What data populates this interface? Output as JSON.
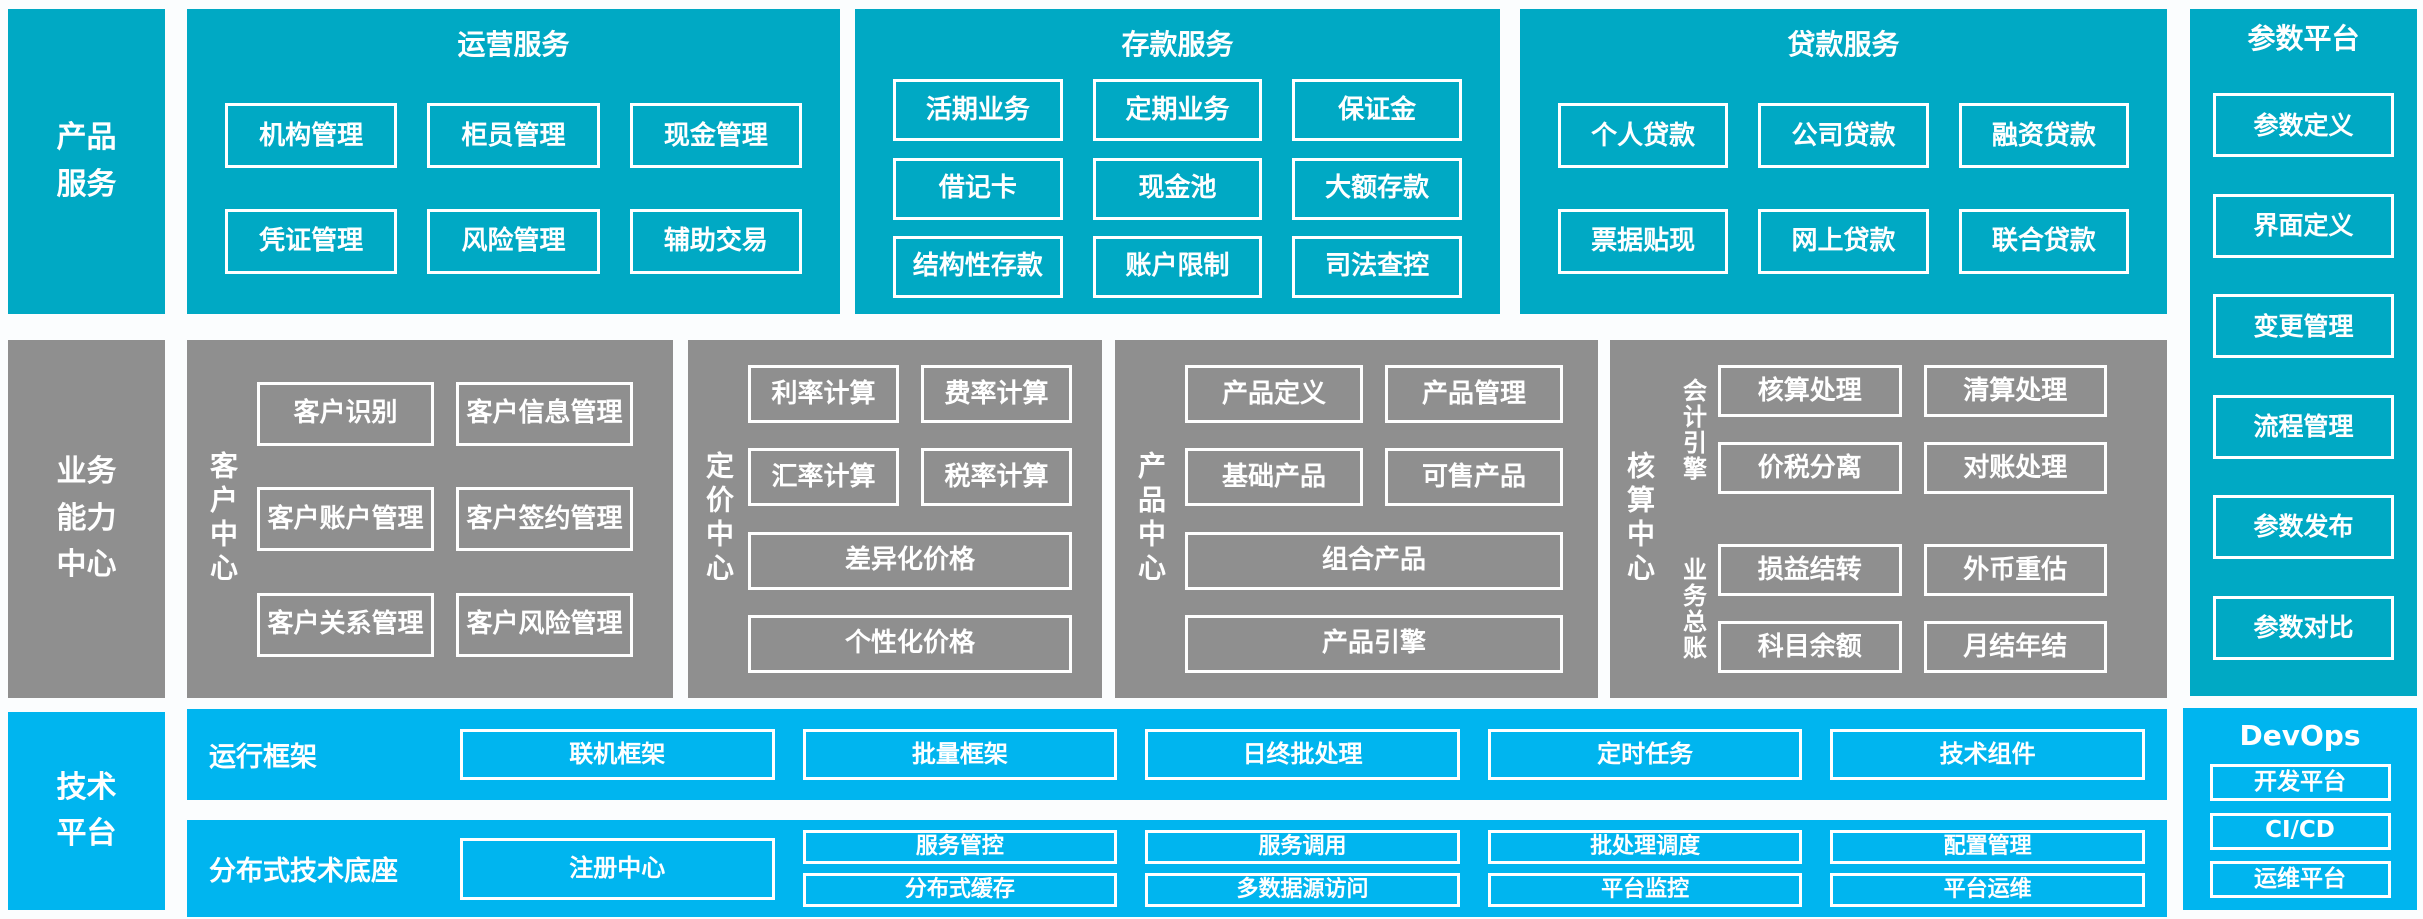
{
  "palette": {
    "teal": "#00a9c4",
    "gray": "#8f8f8f",
    "blue": "#00b5ef",
    "bg": "#fbfdfe",
    "fg": "#ffffff"
  },
  "top": {
    "sidebar": "产品\n服务",
    "sections": [
      {
        "title": "运营服务",
        "items": [
          "机构管理",
          "柜员管理",
          "现金管理",
          "凭证管理",
          "风险管理",
          "辅助交易"
        ]
      },
      {
        "title": "存款服务",
        "items": [
          "活期业务",
          "定期业务",
          "保证金",
          "借记卡",
          "现金池",
          "大额存款",
          "结构性存款",
          "账户限制",
          "司法查控"
        ]
      },
      {
        "title": "贷款服务",
        "items": [
          "个人贷款",
          "公司贷款",
          "融资贷款",
          "票据贴现",
          "网上贷款",
          "联合贷款"
        ]
      }
    ],
    "params": {
      "title": "参数平台",
      "items": [
        "参数定义",
        "界面定义",
        "变更管理",
        "流程管理",
        "参数发布",
        "参数对比"
      ]
    }
  },
  "middle": {
    "sidebar": "业务\n能力\n中心",
    "customer": {
      "label": "客户中心",
      "items": [
        "客户识别",
        "客户信息管理",
        "客户账户管理",
        "客户签约管理",
        "客户关系管理",
        "客户风险管理"
      ]
    },
    "pricing": {
      "label": "定价中心",
      "items": [
        "利率计算",
        "费率计算",
        "汇率计算",
        "税率计算"
      ],
      "wide": [
        "差异化价格",
        "个性化价格"
      ]
    },
    "product": {
      "label": "产品中心",
      "items": [
        "产品定义",
        "产品管理",
        "基础产品",
        "可售产品"
      ],
      "wide": [
        "组合产品",
        "产品引擎"
      ]
    },
    "accounting": {
      "label": "核算中心",
      "groups": [
        {
          "label": "会计引擎",
          "items": [
            "核算处理",
            "清算处理",
            "价税分离",
            "对账处理"
          ]
        },
        {
          "label": "业务总账",
          "items": [
            "损益结转",
            "外币重估",
            "科目余额",
            "月结年结"
          ]
        }
      ]
    }
  },
  "bottom": {
    "sidebar": "技术\n平台",
    "runtime": {
      "label": "运行框架",
      "items": [
        "联机框架",
        "批量框架",
        "日终批处理",
        "定时任务",
        "技术组件"
      ]
    },
    "base": {
      "label": "分布式技术底座",
      "primary": "注册中心",
      "columns": [
        [
          "服务管控",
          "分布式缓存"
        ],
        [
          "服务调用",
          "多数据源访问"
        ],
        [
          "批处理调度",
          "平台监控"
        ],
        [
          "配置管理",
          "平台运维"
        ]
      ]
    },
    "devops": {
      "title": "DevOps",
      "items": [
        "开发平台",
        "CI/CD",
        "运维平台"
      ]
    }
  }
}
